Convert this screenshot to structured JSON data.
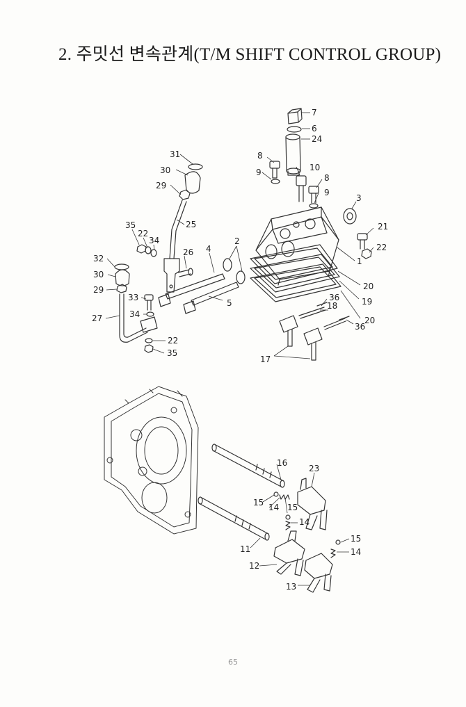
{
  "document": {
    "title": "2. 주밋선 변속관계(T/M SHIFT CONTROL GROUP)",
    "page_number": "65"
  },
  "callouts": {
    "c1": "1",
    "c2": "2",
    "c3": "3",
    "c4": "4",
    "c5": "5",
    "c6": "6",
    "c7": "7",
    "c8a": "8",
    "c8b": "8",
    "c9a": "9",
    "c9b": "9",
    "c10": "10",
    "c11": "11",
    "c12": "12",
    "c13": "13",
    "c14a": "14",
    "c14b": "14",
    "c14c": "14",
    "c15a": "15",
    "c15b": "15",
    "c15c": "15",
    "c16": "16",
    "c17": "17",
    "c18": "18",
    "c19": "19",
    "c20a": "20",
    "c20b": "20",
    "c21": "21",
    "c22a": "22",
    "c22b": "22",
    "c22c": "22",
    "c23": "23",
    "c24": "24",
    "c25": "25",
    "c26": "26",
    "c27": "27",
    "c29a": "29",
    "c29b": "29",
    "c30a": "30",
    "c30b": "30",
    "c31": "31",
    "c32": "32",
    "c33": "33",
    "c34a": "34",
    "c34b": "34",
    "c35a": "35",
    "c35b": "35",
    "c36a": "36",
    "c36b": "36"
  }
}
